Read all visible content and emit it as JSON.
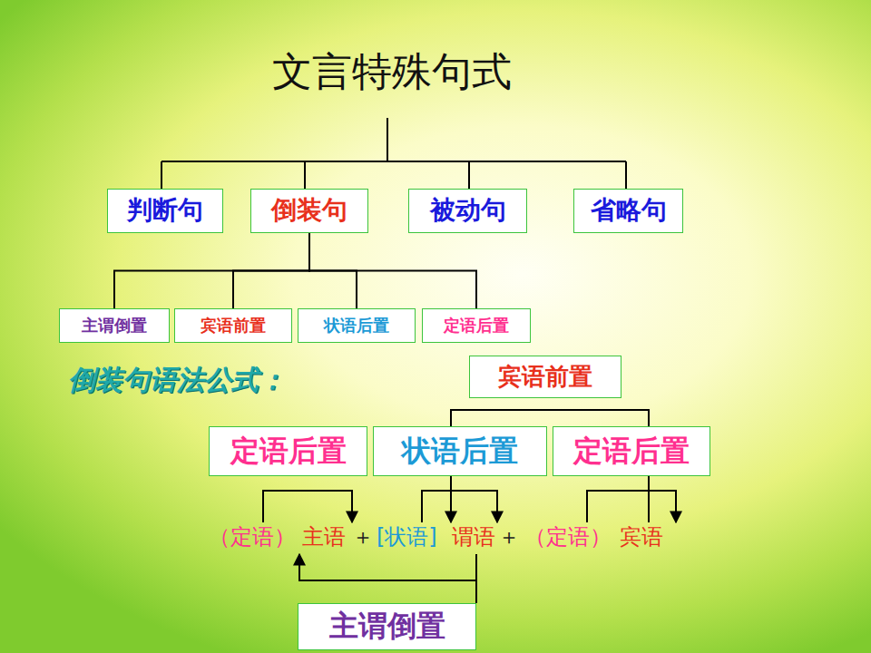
{
  "diagram": {
    "title": "文言特殊句式",
    "nodes": [
      {
        "text": [
          "判断句"
        ]
      },
      {
        "text": [
          "倒装句"
        ]
      },
      {
        "text": [
          "被动句"
        ]
      },
      {
        "text": [
          "省略句"
        ]
      },
      {
        "text": [
          "主谓倒置"
        ]
      },
      {
        "text": [
          "宾语前置"
        ]
      },
      {
        "text": [
          "状语后置"
        ]
      },
      {
        "text": [
          "定语后置"
        ]
      },
      {
        "text": [
          "宾语前置"
        ]
      },
      {
        "text": [
          "定语后置"
        ]
      },
      {
        "text": [
          "状语后置"
        ]
      },
      {
        "text": [
          "定语后置"
        ]
      },
      {
        "text": [
          "主谓倒置"
        ]
      }
    ],
    "edges": [
      {
        "from": 1,
        "to": 4,
        "arrow": "none"
      },
      {
        "from": 1,
        "to": 5,
        "arrow": "none"
      },
      {
        "from": 1,
        "to": 6,
        "arrow": "none"
      },
      {
        "from": 1,
        "to": 7,
        "arrow": "none"
      }
    ],
    "labels": [
      "倒装句语法公式：",
      "（定语）",
      "主语",
      "＋",
      "[状语]",
      "谓语",
      "＋",
      "（定语）",
      "宾语"
    ]
  }
}
